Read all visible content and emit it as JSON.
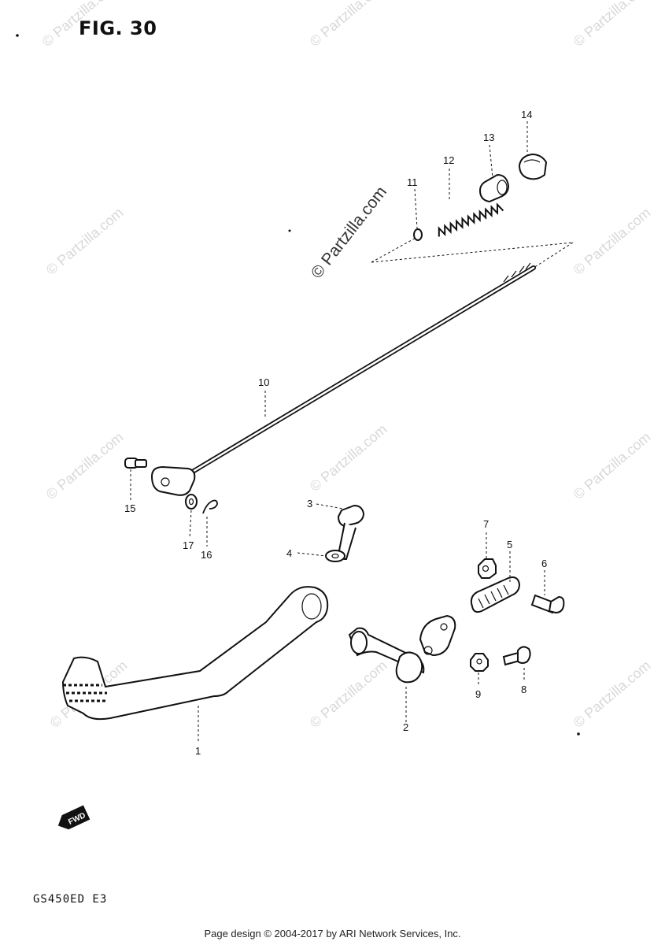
{
  "figure": {
    "title": "FIG. 30",
    "model_code": "GS450ED  E3"
  },
  "footer": {
    "text": "Page design © 2004-2017 by ARI Network Services, Inc."
  },
  "watermark": {
    "main": "© Partzilla.com",
    "faint": "© Partzilla.com"
  },
  "fwd_badge": "FWD",
  "callouts": {
    "c1": "1",
    "c2": "2",
    "c3": "3",
    "c4": "4",
    "c5": "5",
    "c6": "6",
    "c7": "7",
    "c8": "8",
    "c9": "9",
    "c10": "10",
    "c11": "11",
    "c12": "12",
    "c13": "13",
    "c14": "14",
    "c15": "15",
    "c16": "16",
    "c17": "17"
  }
}
